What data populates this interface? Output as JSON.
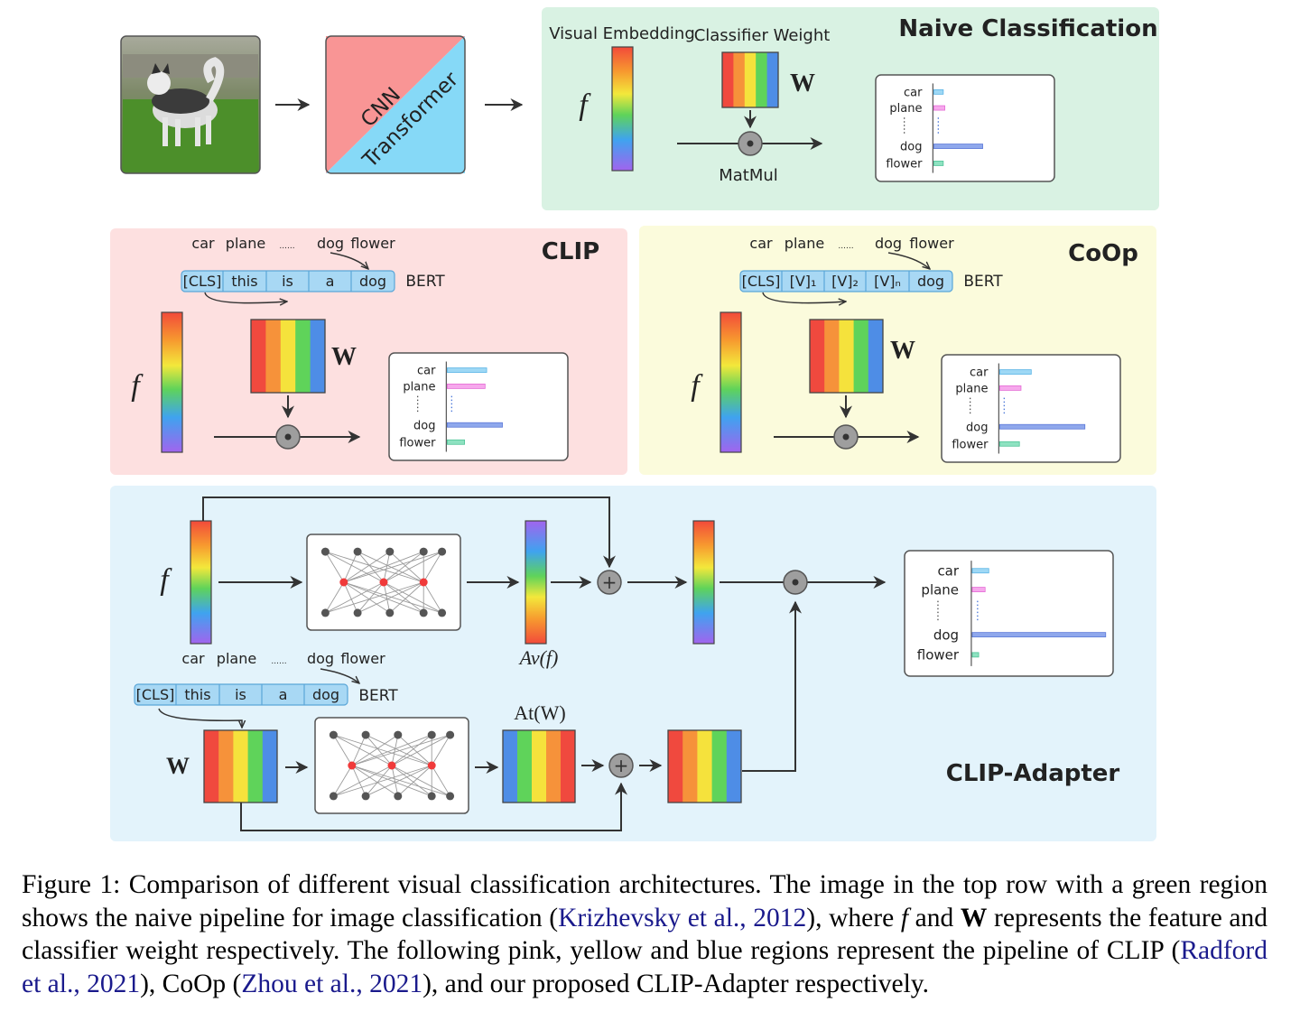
{
  "naive": {
    "title": "Naive Classification",
    "visual_embedding": "Visual Embedding",
    "classifier_weight": "Classifier Weight",
    "matmul": "MatMul",
    "arch_top": "CNN",
    "arch_bottom": "Transformer"
  },
  "symbols": {
    "f": "f",
    "W": "W",
    "bert": "BERT",
    "av": "Av(f)",
    "at": "At(W)"
  },
  "classes": {
    "car": "car",
    "plane": "plane",
    "dots": "......",
    "dog": "dog",
    "flower": "flower"
  },
  "clip": {
    "title": "CLIP",
    "tokens": [
      "[CLS]",
      "this",
      "is",
      "a",
      "dog"
    ]
  },
  "coop": {
    "title": "CoOp",
    "tokens": [
      "[CLS]",
      "[V]₁",
      "[V]₂",
      "[V]ₙ",
      "dog"
    ]
  },
  "adapter": {
    "title": "CLIP-Adapter",
    "tokens": [
      "[CLS]",
      "this",
      "is",
      "a",
      "dog"
    ]
  },
  "colors": {
    "green_region": "#d9f2e3",
    "pink_region": "#fde0e0",
    "yellow_region": "#fbfbdc",
    "blue_region": "#e3f3fb",
    "token_fill": "#a8d8f4",
    "cnn_red": "#f99595",
    "transformer_blue": "#86d9f7"
  },
  "bars": {
    "naive": [
      0.12,
      0.14,
      0.62,
      0.12
    ],
    "clip": [
      0.5,
      0.48,
      0.7,
      0.22
    ],
    "coop": [
      0.4,
      0.27,
      1.08,
      0.25
    ],
    "adapter": [
      0.18,
      0.14,
      1.45,
      0.07
    ]
  },
  "caption": {
    "p1": "Figure 1: Comparison of different visual classification architectures. The image in the top row with a green region shows the naive pipeline for image classification (",
    "cite1": "Krizhevsky et al., 2012",
    "p2": "), where ",
    "f": "f",
    "p3": " and ",
    "W": "W",
    "p4": " represents the feature and classifier weight respectively. The following pink, yellow and blue regions represent the pipeline of CLIP (",
    "cite2": "Radford et al., 2021",
    "p5": "), CoOp (",
    "cite3": "Zhou et al., 2021",
    "p6": "), and our proposed CLIP-Adapter respectively."
  }
}
